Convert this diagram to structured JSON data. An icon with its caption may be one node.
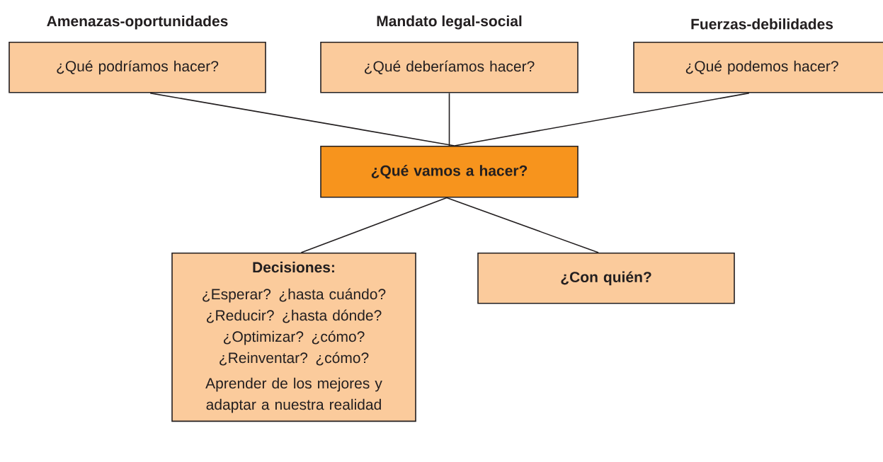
{
  "diagram": {
    "nodes": [
      {
        "text": [
          "Amenazas-oportunidades",
          "¿Qué podríamos hacer?"
        ]
      },
      {
        "text": [
          "Mandato legal-social",
          "¿Qué deberíamos hacer?"
        ]
      },
      {
        "text": [
          "Fuerzas-debilidades",
          "¿Qué podemos hacer?"
        ]
      },
      {
        "text": [
          "¿Qué vamos a hacer?"
        ]
      },
      {
        "text": [
          "Decisiones:",
          "¿Esperar? ¿hasta cuándo?",
          "¿Reducir? ¿hasta dónde?",
          "¿Optimizar? ¿cómo?",
          "¿Reinventar? ¿cómo?",
          "Aprender de los mejores y adaptar a nuestra realidad"
        ]
      },
      {
        "text": [
          "¿Con quién?"
        ]
      }
    ],
    "edges": [
      {
        "from": 0,
        "to": 3,
        "arrow": "none"
      },
      {
        "from": 1,
        "to": 3,
        "arrow": "none"
      },
      {
        "from": 2,
        "to": 3,
        "arrow": "none"
      },
      {
        "from": 3,
        "to": 4,
        "arrow": "none"
      },
      {
        "from": 3,
        "to": 5,
        "arrow": "none"
      }
    ]
  }
}
